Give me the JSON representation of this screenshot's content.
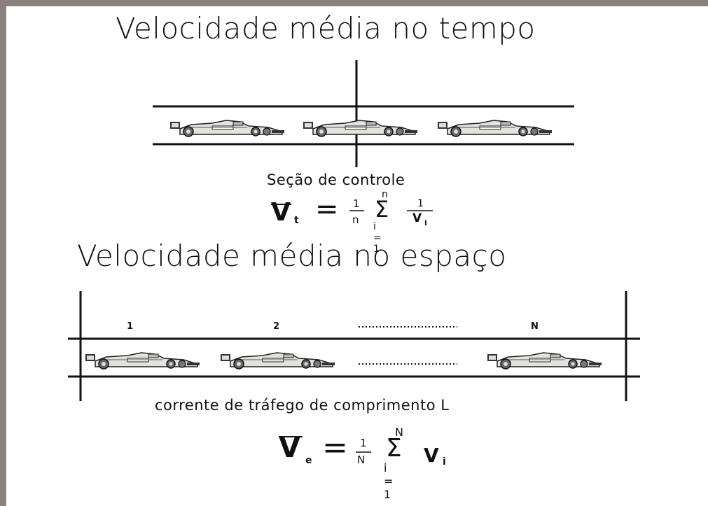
{
  "titles": {
    "time_mean": "Velocidade média no tempo",
    "space_mean": "Velocidade média no espaço"
  },
  "captions": {
    "control_section": "Seção de controle",
    "traffic_stream": "corrente de tráfego de comprimento L"
  },
  "formula_time": {
    "lhs_var": "V",
    "lhs_sub": "t",
    "equals": "=",
    "frac_num": "1",
    "frac_den": "n",
    "sum_symbol": "Σ",
    "sum_upper": "n",
    "sum_lower": "i = 1",
    "term_num": "1",
    "term_den_var": "V",
    "term_den_sub": "i"
  },
  "formula_space": {
    "lhs_var": "V",
    "lhs_sub": "e",
    "equals": "=",
    "frac_num": "1",
    "frac_den": "N",
    "sum_symbol": "Σ",
    "sum_upper": "N",
    "sum_lower": "i = 1",
    "term_var": "V",
    "term_sub": "i"
  },
  "space_labels": {
    "first": "1",
    "second": "2",
    "last": "N"
  }
}
